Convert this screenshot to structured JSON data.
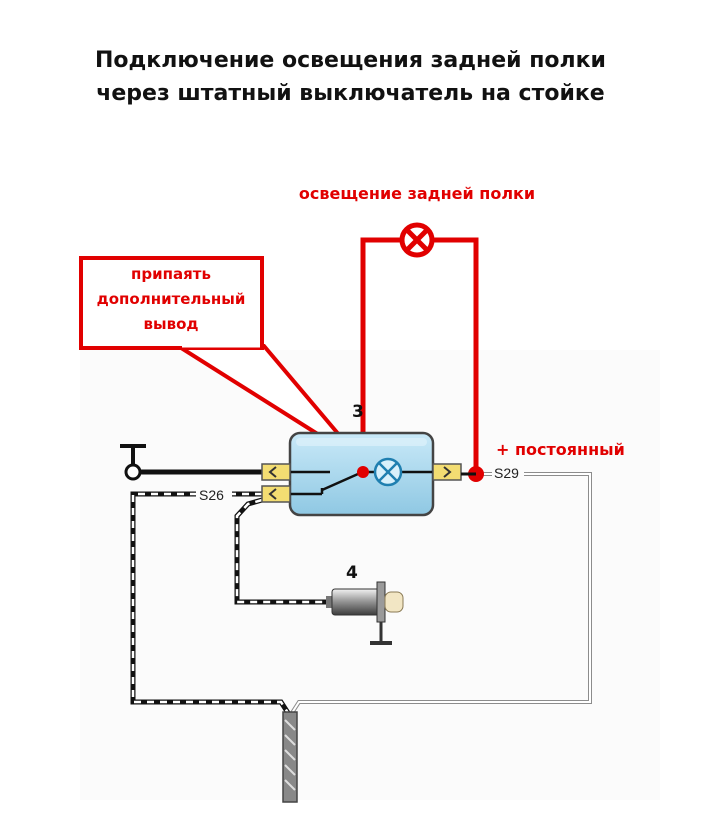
{
  "title": {
    "line1": "Подключение освещения задней полки",
    "line2": "через штатный выключатель на стойке"
  },
  "labels": {
    "shelf_light": "освещение задней полки",
    "callout_line1": "припаять",
    "callout_line2": "дополнительный",
    "callout_line3": "вывод",
    "constant_plus": "+ постоянный",
    "connector_s26": "S26",
    "connector_s29": "S29",
    "component_3": "3",
    "component_4": "4"
  },
  "colors": {
    "added_wiring": "#e10000",
    "switch_body": "#a9d8ef",
    "connector": "#f3dd72",
    "wire": "#111111"
  },
  "icons": {
    "lamp": "lamp-cross-icon",
    "ground": "ground-icon",
    "door_switch": "door-switch-icon"
  }
}
